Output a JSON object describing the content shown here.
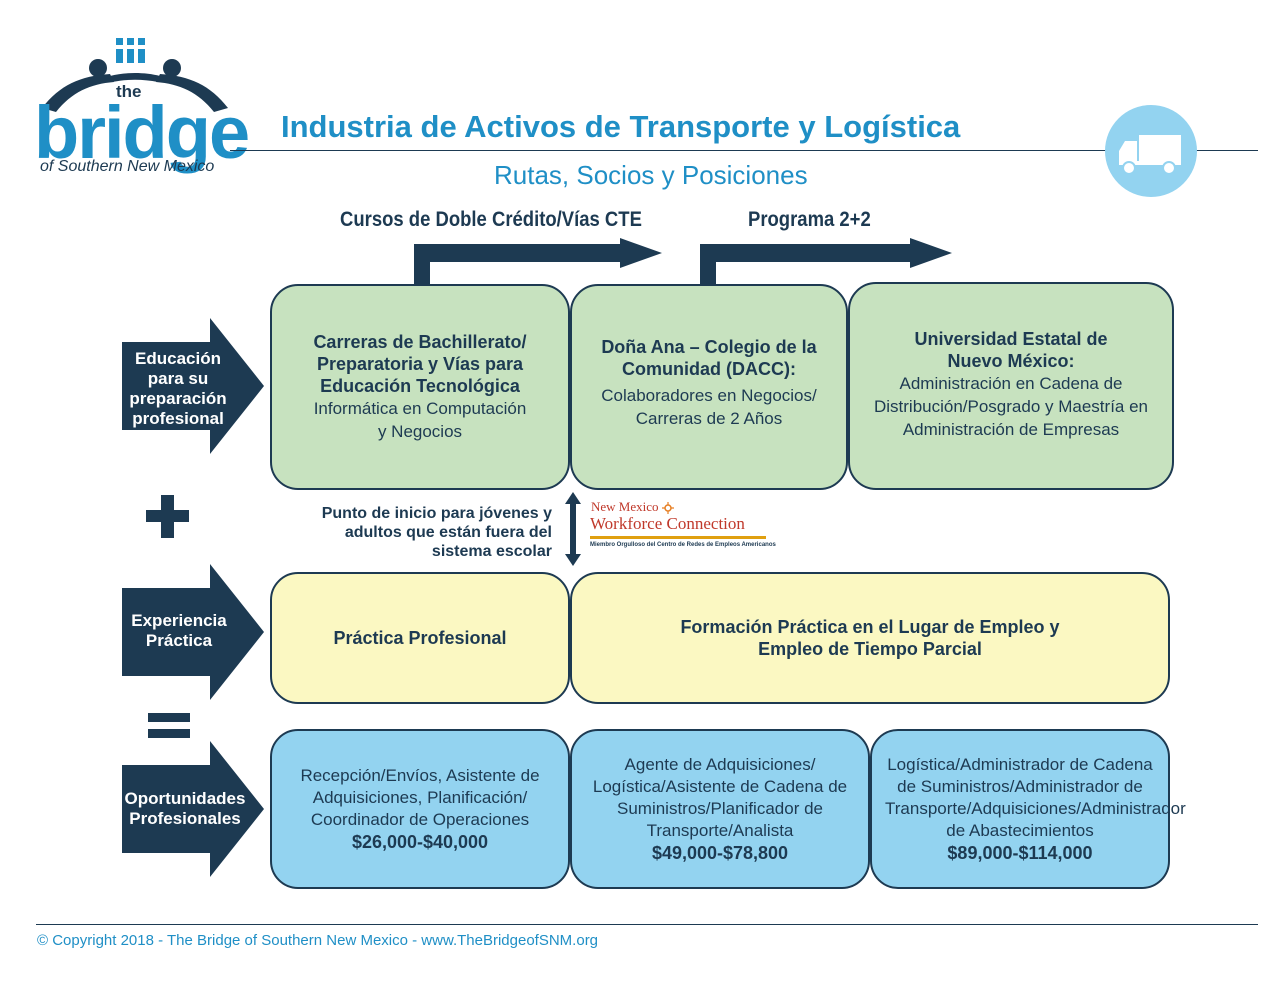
{
  "logo": {
    "small": "the",
    "name": "bridge",
    "subtitle": "of Southern New Mexico"
  },
  "header": {
    "title": "Industria de Activos de Transporte y Logística",
    "subtitle": "Rutas, Socios y Posiciones",
    "icon": "truck-icon"
  },
  "pathways": {
    "dual_credit": "Cursos de Doble Crédito/Vías CTE",
    "two_plus_two": "Programa 2+2"
  },
  "rows": {
    "education": {
      "label": "Educación para su preparación profesional"
    },
    "experience": {
      "label": "Experiencia Práctica"
    },
    "opportunities": {
      "label": "Oportunidades Profesionales"
    }
  },
  "education_boxes": [
    {
      "title": "Carreras de Bachillerato/ Preparatoria y Vías para Educación Tecnológica",
      "body": "Informática en Computación y Negocios"
    },
    {
      "title": "Doña Ana – Colegio de la Comunidad (DACC):",
      "body": "Colaboradores en Negocios/ Carreras de 2 Años"
    },
    {
      "title": "Universidad Estatal de Nuevo México:",
      "body": "Administración en Cadena de Distribución/Posgrado y Maestría en Administración de Empresas"
    }
  ],
  "start_point": "Punto de inicio para jóvenes y adultos que están fuera del sistema escolar",
  "partner": {
    "line1": "New Mexico",
    "line2": "Workforce Connection",
    "tagline": "Miembro Orgulloso del Centro de Redes de Empleos Americanos"
  },
  "experience_boxes": [
    {
      "title": "Práctica Profesional"
    },
    {
      "title": "Formación Práctica en el Lugar de Empleo y Empleo de Tiempo Parcial"
    }
  ],
  "career_boxes": [
    {
      "roles": "Recepción/Envíos, Asistente de Adquisiciones, Planificación/ Coordinador de Operaciones",
      "salary": "$26,000-$40,000"
    },
    {
      "roles": "Agente de Adquisiciones/ Logística/Asistente de Cadena de Suministros/Planificador de Transporte/Analista",
      "salary": "$49,000-$78,800"
    },
    {
      "roles": "Logística/Administrador de Cadena de Suministros/Administrador de Transporte/Adquisiciones/Administrador de Abastecimientos",
      "salary": "$89,000-$114,000"
    }
  ],
  "footer": {
    "text": "© Copyright 2018 - The Bridge of Southern New Mexico  - www.TheBridgeofSNM.org"
  },
  "colors": {
    "navy": "#1d3a52",
    "accent_blue": "#1f8fc6",
    "green": "#c7e2bf",
    "yellow": "#fbf8c2",
    "light_blue": "#93d3f0"
  }
}
